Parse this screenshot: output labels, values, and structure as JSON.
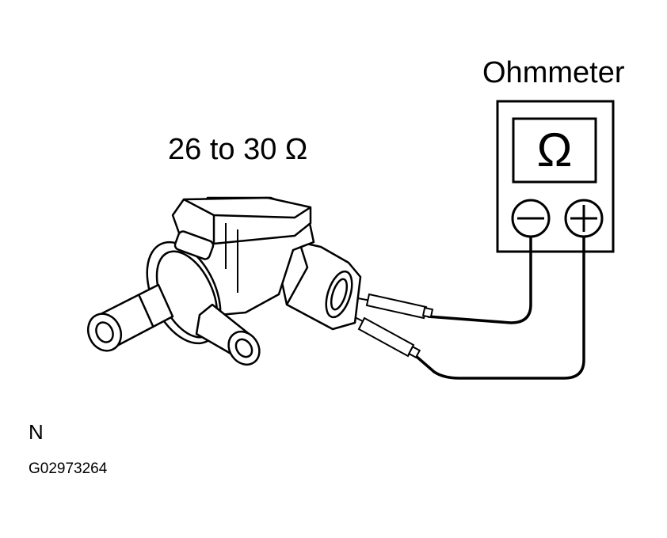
{
  "meter": {
    "title": "Ohmmeter",
    "display_symbol": "Ω",
    "negative_terminal": "−",
    "positive_terminal": "+"
  },
  "spec": {
    "resistance": "26 to 30 Ω"
  },
  "view": "N",
  "figure_id": "G02973264"
}
